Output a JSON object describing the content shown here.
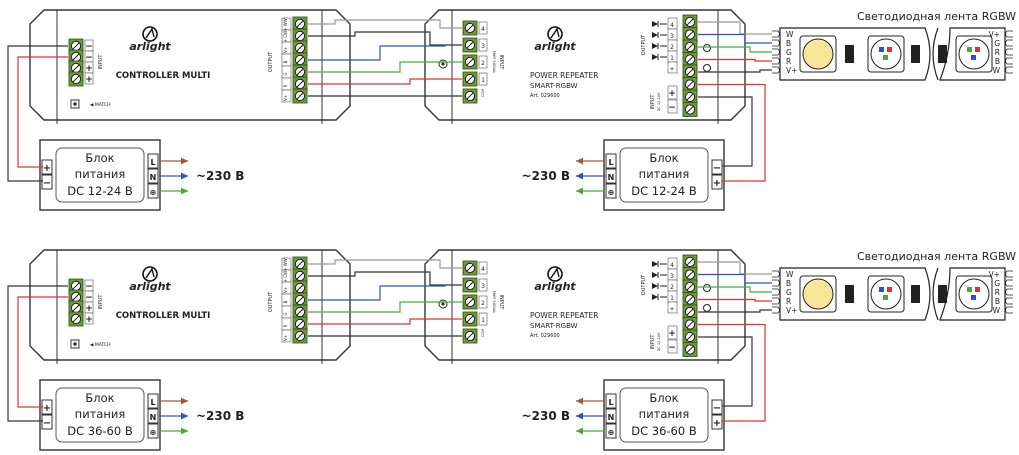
{
  "strip_title": "Светодиодная лента RGBW",
  "colors": {
    "outline": "#333333",
    "terminal_green": "#6f9a3a",
    "wire_red": "#e03030",
    "wire_green": "#4caa3a",
    "wire_blue": "#3050c0",
    "wire_gray": "#999999",
    "wire_dark": "#333333",
    "arrow_brown": "#9a5a3a",
    "arrow_blue": "#3050c0",
    "arrow_green": "#4caa3a",
    "led_yellow": "#f7e79a"
  },
  "controller": {
    "brand": "arlight",
    "model": "CONTROLLER MULTI",
    "input_label": "INPUT",
    "output_label": "OUTPUT",
    "match_label": "◀ MATCH",
    "input_signs": [
      "−",
      "−",
      "+",
      "+"
    ],
    "output_terminals": [
      "V+ WW",
      "V+ CW",
      "V+",
      "B",
      "G",
      "R",
      "V+"
    ]
  },
  "repeater": {
    "brand": "arlight",
    "model": "POWER REPEATER",
    "submodel": "SMART-RGBW",
    "art": "Art. 029600",
    "input_label": "INPUT",
    "input_sub": "PWM SIGNAL",
    "output_label": "OUTPUT",
    "power_input_label": "INPUT",
    "power_input_sub": "DC 12-24V",
    "signal_channels": [
      "4",
      "3",
      "2",
      "1"
    ],
    "signal_com": "COM",
    "output_terminals": [
      "4",
      "3",
      "2",
      "1",
      "+"
    ],
    "power_signs": [
      "+",
      "−"
    ]
  },
  "strip": {
    "left_pins": [
      "W",
      "B",
      "G",
      "R",
      "V+"
    ],
    "right_pins": [
      "V+",
      "G",
      "R",
      "B",
      "W"
    ]
  },
  "psu": {
    "title_line1": "Блок",
    "title_line2": "питания",
    "mains_label": "~230 В",
    "mains_pins": [
      "L",
      "N",
      "⊕"
    ]
  },
  "rows": [
    {
      "psu_left_voltage": "DC 12-24 В",
      "psu_right_voltage": "DC 12-24 В",
      "psu_left_signs": [
        "+",
        "−"
      ],
      "psu_right_signs": [
        "−",
        "+"
      ]
    },
    {
      "psu_left_voltage": "DC 36-60 В",
      "psu_right_voltage": "DC 36-60 В",
      "psu_left_signs": [
        "+",
        "−"
      ],
      "psu_right_signs": [
        "−",
        "+"
      ]
    }
  ]
}
